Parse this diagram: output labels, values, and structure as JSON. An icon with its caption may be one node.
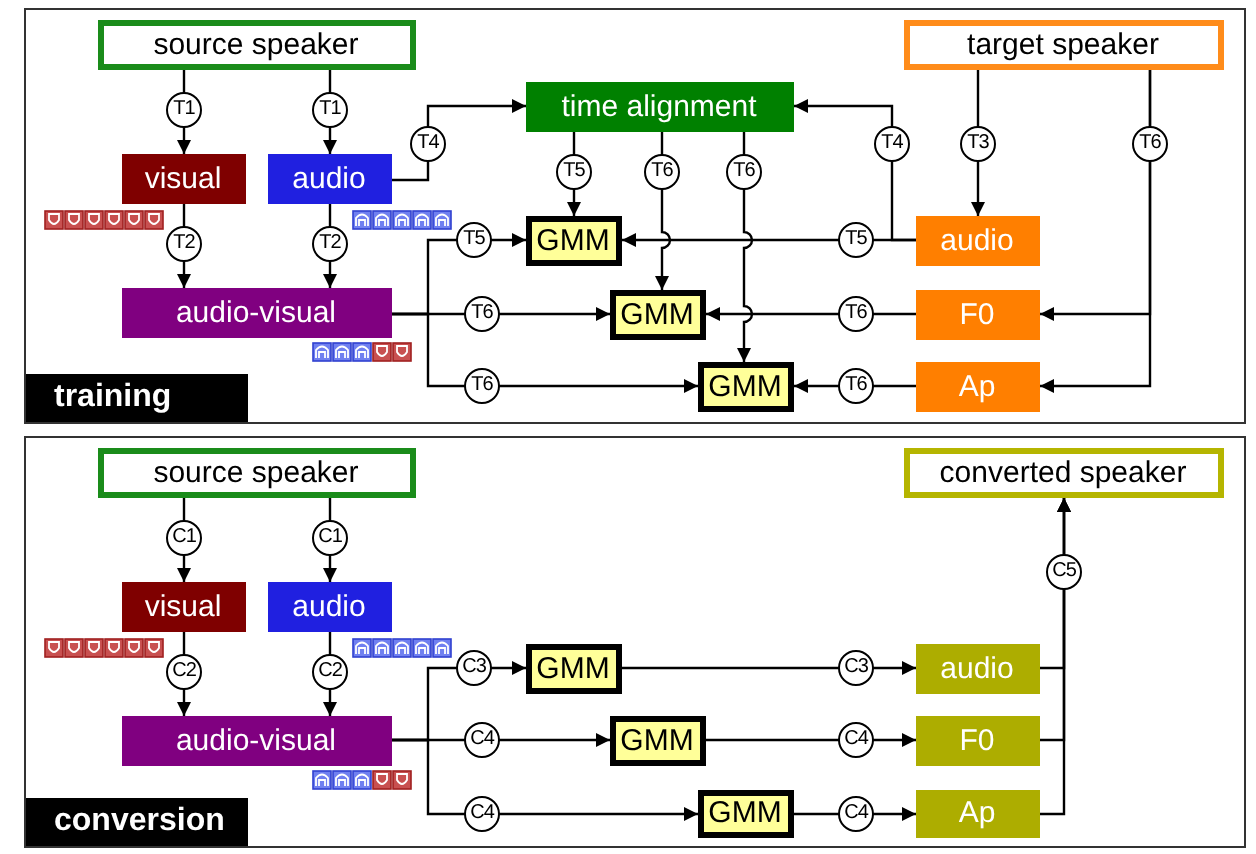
{
  "diagram": {
    "nodes": [
      {
        "text": [
          "training"
        ]
      },
      {
        "text": [
          "source speaker"
        ],
        "in": 0
      },
      {
        "text": [
          "visual"
        ],
        "in": 0
      },
      {
        "text": [
          "audio"
        ],
        "in": 0
      },
      {
        "text": [
          "time alignment"
        ],
        "in": 0
      },
      {
        "text": [
          "target speaker"
        ],
        "in": 0
      },
      {
        "text": [
          "audio"
        ],
        "in": 0
      },
      {
        "text": [
          "audio-visual"
        ],
        "in": 0
      },
      {
        "text": [
          "GMM"
        ],
        "in": 0
      },
      {
        "text": [
          "F0"
        ],
        "in": 0
      },
      {
        "text": [
          "GMM"
        ],
        "in": 0
      },
      {
        "text": [
          "GMM"
        ],
        "in": 0
      },
      {
        "text": [
          "Ap"
        ],
        "in": 0
      },
      {
        "text": [
          "conversion"
        ]
      },
      {
        "text": [
          "source speaker"
        ],
        "in": 13
      },
      {
        "text": [
          "converted speaker"
        ],
        "in": 13
      },
      {
        "text": [
          "visual"
        ],
        "in": 13
      },
      {
        "text": [
          "audio"
        ],
        "in": 13
      },
      {
        "text": [
          "audio-visual"
        ],
        "in": 13
      },
      {
        "text": [
          "GMM"
        ],
        "in": 13
      },
      {
        "text": [
          "audio"
        ],
        "in": 13
      },
      {
        "text": [
          "GMM"
        ],
        "in": 13
      },
      {
        "text": [
          "F0"
        ],
        "in": 13
      },
      {
        "text": [
          "GMM"
        ],
        "in": 13
      },
      {
        "text": [
          "Ap"
        ],
        "in": 13
      }
    ],
    "edges": [
      {
        "from": 1,
        "to": 2,
        "arrow": "to",
        "label": "T1"
      },
      {
        "from": 1,
        "to": 3,
        "arrow": "to",
        "label": "T1"
      },
      {
        "from": 2,
        "to": 7,
        "arrow": "to",
        "label": "T2"
      },
      {
        "from": 3,
        "to": 7,
        "arrow": "to",
        "label": "T2"
      },
      {
        "from": 3,
        "to": 4,
        "arrow": "to",
        "label": "T4"
      },
      {
        "from": 5,
        "to": 6,
        "arrow": "to",
        "label": "T3"
      },
      {
        "from": 5,
        "to": 9,
        "arrow": "to",
        "label": "T6"
      },
      {
        "from": 5,
        "to": 12,
        "arrow": "to"
      },
      {
        "from": 6,
        "to": 4,
        "arrow": "to",
        "label": "T4"
      },
      {
        "from": 4,
        "to": 8,
        "arrow": "to",
        "label": "T5"
      },
      {
        "from": 4,
        "to": 10,
        "arrow": "to",
        "label": "T6"
      },
      {
        "from": 4,
        "to": 11,
        "arrow": "to",
        "label": "T6"
      },
      {
        "from": 7,
        "to": 8,
        "arrow": "to",
        "label": "T5"
      },
      {
        "from": 7,
        "to": 10,
        "arrow": "to",
        "label": "T6"
      },
      {
        "from": 7,
        "to": 11,
        "arrow": "to",
        "label": "T6"
      },
      {
        "from": 6,
        "to": 8,
        "arrow": "to",
        "label": "T5"
      },
      {
        "from": 9,
        "to": 10,
        "arrow": "to",
        "label": "T6"
      },
      {
        "from": 12,
        "to": 11,
        "arrow": "to",
        "label": "T6"
      },
      {
        "from": 14,
        "to": 16,
        "arrow": "to",
        "label": "C1"
      },
      {
        "from": 14,
        "to": 17,
        "arrow": "to",
        "label": "C1"
      },
      {
        "from": 16,
        "to": 18,
        "arrow": "to",
        "label": "C2"
      },
      {
        "from": 17,
        "to": 18,
        "arrow": "to",
        "label": "C2"
      },
      {
        "from": 18,
        "to": 19,
        "arrow": "to",
        "label": "C3"
      },
      {
        "from": 18,
        "to": 21,
        "arrow": "to",
        "label": "C4"
      },
      {
        "from": 18,
        "to": 23,
        "arrow": "to",
        "label": "C4"
      },
      {
        "from": 19,
        "to": 20,
        "arrow": "to",
        "label": "C3"
      },
      {
        "from": 21,
        "to": 22,
        "arrow": "to",
        "label": "C4"
      },
      {
        "from": 23,
        "to": 24,
        "arrow": "to",
        "label": "C4"
      },
      {
        "from": 20,
        "to": 15,
        "arrow": "to",
        "label": "C5"
      },
      {
        "from": 22,
        "to": 15,
        "arrow": "to"
      },
      {
        "from": 24,
        "to": 15,
        "arrow": "to"
      }
    ]
  }
}
